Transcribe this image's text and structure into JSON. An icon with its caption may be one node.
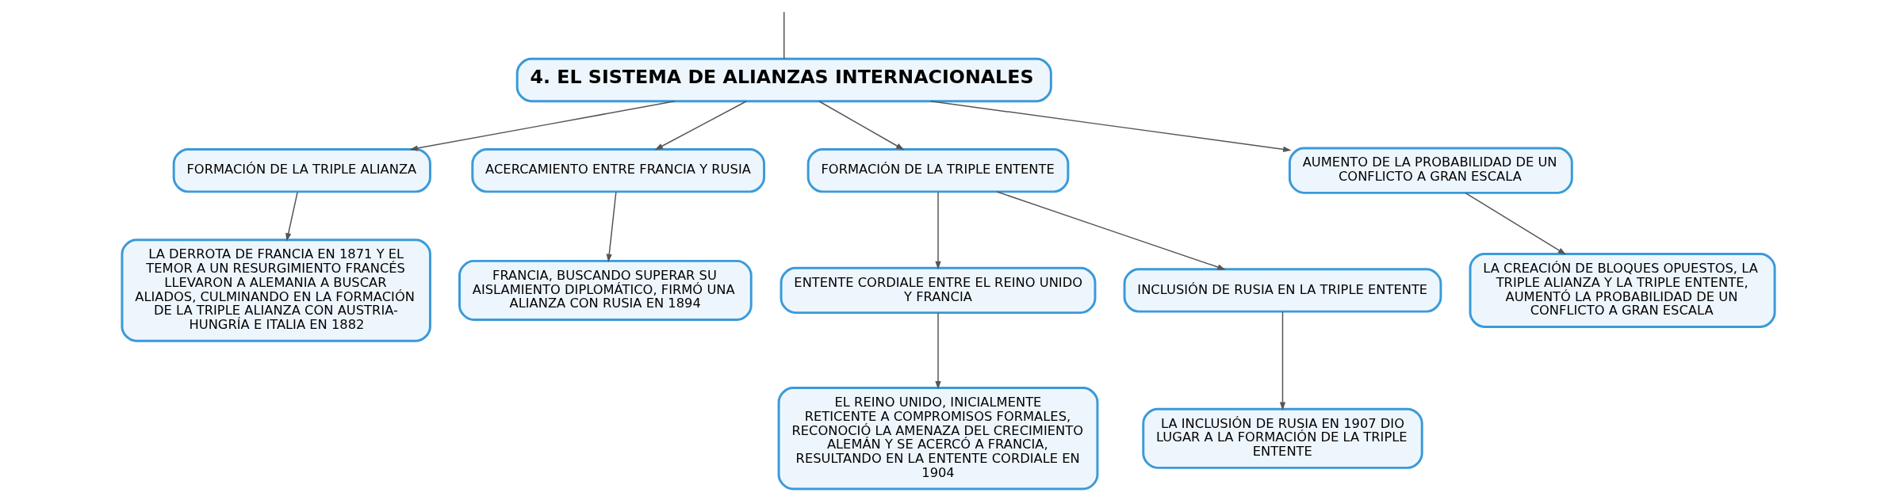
{
  "diagram": {
    "nodes": [
      {
        "text": [
          "4. EL SISTEMA DE ALIANZAS INTERNACIONALES"
        ]
      },
      {
        "text": [
          "FORMACIÓN DE LA TRIPLE ALIANZA"
        ]
      },
      {
        "text": [
          "LA DERROTA DE FRANCIA EN 1871 Y EL TEMOR A UN RESURGIMIENTO FRANCÉS LLEVARON A ALEMANIA A BUSCAR ALIADOS, CULMINANDO EN LA FORMACIÓN DE LA TRIPLE ALIANZA CON AUSTRIA-HUNGRÍA E ITALIA EN 1882"
        ]
      },
      {
        "text": [
          "ACERCAMIENTO ENTRE FRANCIA Y RUSIA"
        ]
      },
      {
        "text": [
          "FRANCIA, BUSCANDO SUPERAR SU AISLAMIENTO DIPLOMÁTICO, FIRMÓ UNA ALIANZA CON RUSIA EN 1894"
        ]
      },
      {
        "text": [
          "FORMACIÓN DE LA TRIPLE ENTENTE"
        ]
      },
      {
        "text": [
          "ENTENTE CORDIALE ENTRE EL REINO UNIDO Y FRANCIA"
        ]
      },
      {
        "text": [
          "EL REINO UNIDO, INICIALMENTE RETICENTE A COMPROMISOS FORMALES, RECONOCIÓ LA AMENAZA DEL CRECIMIENTO ALEMÁN Y SE ACERCÓ A FRANCIA, RESULTANDO EN LA ENTENTE CORDIALE EN 1904"
        ]
      },
      {
        "text": [
          "INCLUSIÓN DE RUSIA EN LA TRIPLE ENTENTE"
        ]
      },
      {
        "text": [
          "LA INCLUSIÓN DE RUSIA EN 1907 DIO LUGAR A LA FORMACIÓN DE LA TRIPLE ENTENTE"
        ]
      },
      {
        "text": [
          "AUMENTO DE LA PROBABILIDAD DE UN CONFLICTO A GRAN ESCALA"
        ]
      },
      {
        "text": [
          "LA CREACIÓN DE BLOQUES OPUESTOS, LA TRIPLE ALIANZA Y LA TRIPLE ENTENTE, AUMENTÓ LA PROBABILIDAD DE UN CONFLICTO A GRAN ESCALA"
        ]
      }
    ],
    "edges": [
      {
        "from": null,
        "to": 0,
        "arrow": "none"
      },
      {
        "from": 0,
        "to": 1,
        "arrow": "to"
      },
      {
        "from": 1,
        "to": 2,
        "arrow": "to"
      },
      {
        "from": 0,
        "to": 3,
        "arrow": "to"
      },
      {
        "from": 3,
        "to": 4,
        "arrow": "to"
      },
      {
        "from": 0,
        "to": 5,
        "arrow": "to"
      },
      {
        "from": 5,
        "to": 6,
        "arrow": "to"
      },
      {
        "from": 6,
        "to": 7,
        "arrow": "to"
      },
      {
        "from": 5,
        "to": 8,
        "arrow": "to"
      },
      {
        "from": 8,
        "to": 9,
        "arrow": "to"
      },
      {
        "from": 0,
        "to": 10,
        "arrow": "to"
      },
      {
        "from": 10,
        "to": 11,
        "arrow": "to"
      }
    ]
  }
}
